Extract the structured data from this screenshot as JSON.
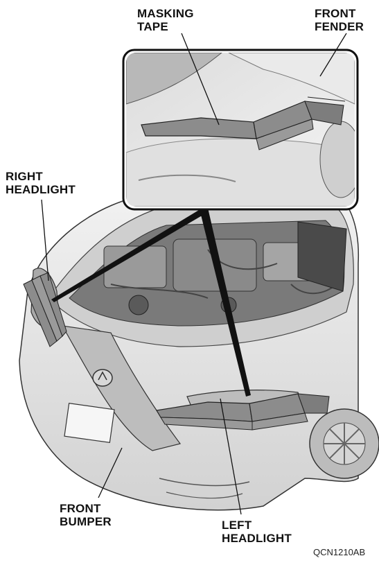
{
  "labels": {
    "masking_tape": "MASKING\nTAPE",
    "front_fender": "FRONT\nFENDER",
    "right_headlight": "RIGHT\nHEADLIGHT",
    "front_bumper": "FRONT\nBUMPER",
    "left_headlight": "LEFT\nHEADLIGHT"
  },
  "figure_code": "QCN1210AB",
  "colors": {
    "tape": "#8c8c8c",
    "body": "#e6e6e6",
    "engine": "#6e6e6e",
    "line": "#111111"
  }
}
